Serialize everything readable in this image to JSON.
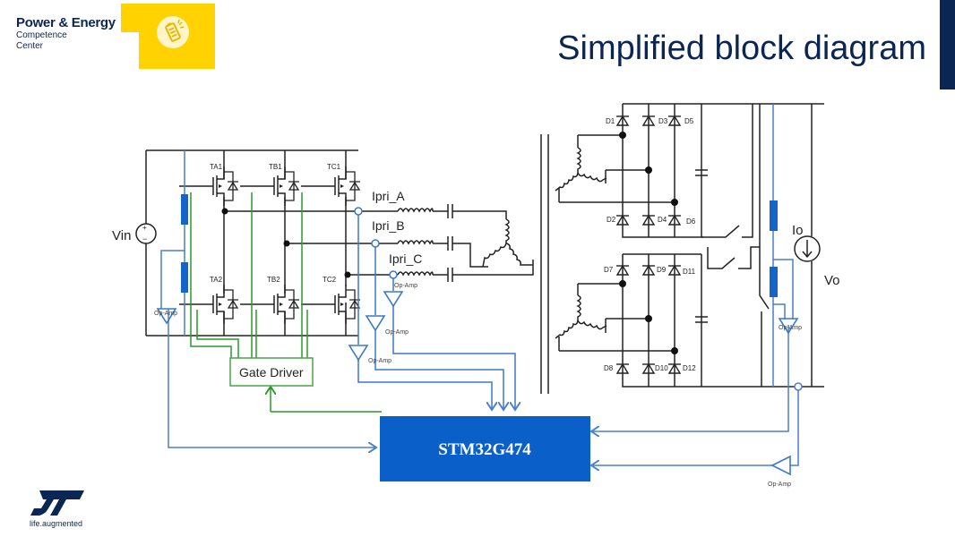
{
  "header": {
    "brand_line1": "Power & Energy",
    "brand_line2": "Competence",
    "brand_line3": "Center",
    "title": "Simplified block diagram"
  },
  "footer": {
    "logo": "st-logo-icon",
    "tagline": "life.augmented"
  },
  "colors": {
    "navy": "#0b2653",
    "yellow": "#ffd200",
    "mcu_blue": "#0a5fc8",
    "sense_blue": "#4a7fc9",
    "gate_green": "#2a9a2a",
    "wire": "#222222"
  },
  "diagram": {
    "source": "Vin",
    "switches": {
      "high": [
        "TA1",
        "TB1",
        "TC1"
      ],
      "low": [
        "TA2",
        "TB2",
        "TC2"
      ]
    },
    "currents": [
      "Ipri_A",
      "Ipri_B",
      "Ipri_C"
    ],
    "gate_driver": "Gate Driver",
    "mcu": "STM32G474",
    "opamp": "Op-Amp",
    "diodes_upper": [
      "D1",
      "D2",
      "D3",
      "D4",
      "D5",
      "D6"
    ],
    "diodes_lower": [
      "D7",
      "D8",
      "D9",
      "D10",
      "D11",
      "D12"
    ],
    "load_current": "Io",
    "output_voltage": "Vo"
  }
}
